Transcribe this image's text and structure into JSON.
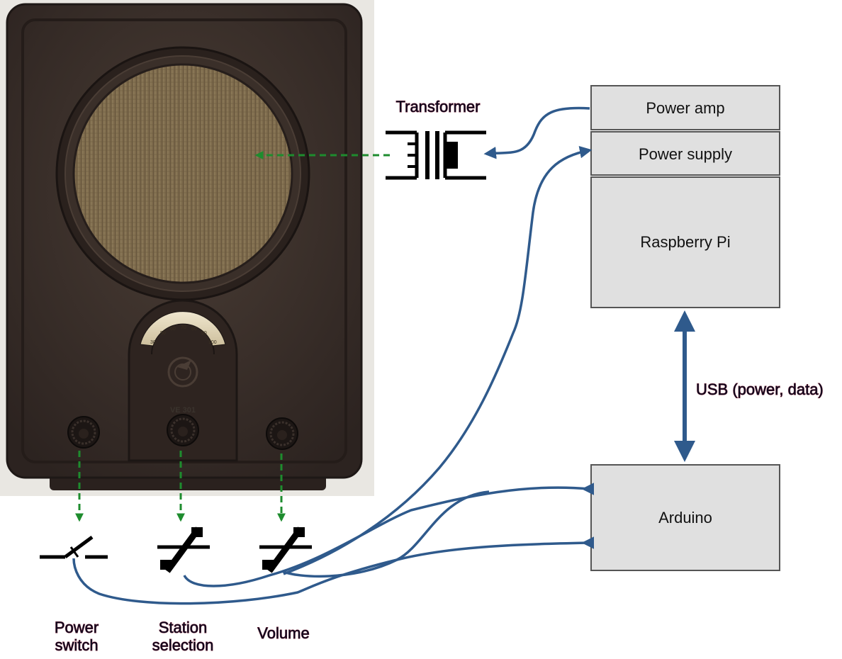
{
  "boxes": {
    "power_amp": "Power amp",
    "power_supply": "Power supply",
    "raspberry_pi": "Raspberry Pi",
    "arduino": "Arduino"
  },
  "labels": {
    "transformer": "Transformer",
    "usb": "USB (power, data)",
    "power_switch_line1": "Power",
    "power_switch_line2": "switch",
    "station_line1": "Station",
    "station_line2": "selection",
    "volume": "Volume"
  },
  "radio": {
    "model_badge": "VE 301",
    "dial_numbers": [
      "30",
      "50",
      "60",
      "70",
      "80",
      "90",
      "100"
    ]
  },
  "icons": {
    "transformer": "transformer-symbol-icon",
    "switch": "switch-symbol-icon",
    "potentiometer": "potentiometer-symbol-icon"
  },
  "colors": {
    "wire": "#2f5a8c",
    "mechanical_link": "#1e8c2e",
    "box_fill": "#e0e0e0",
    "box_stroke": "#555555",
    "radio_body": "#3d322c"
  }
}
